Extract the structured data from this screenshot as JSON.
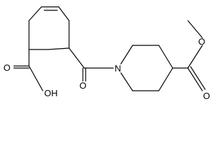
{
  "molecule": {
    "atom_labels": {
      "carboxyl_hydroxyl": "OH",
      "carboxyl_carbonyl_oxygen": "O",
      "amide_oxygen": "O",
      "piperidine_nitrogen": "N",
      "ester_carbonyl_oxygen": "O",
      "ester_ether_oxygen": "O"
    }
  }
}
